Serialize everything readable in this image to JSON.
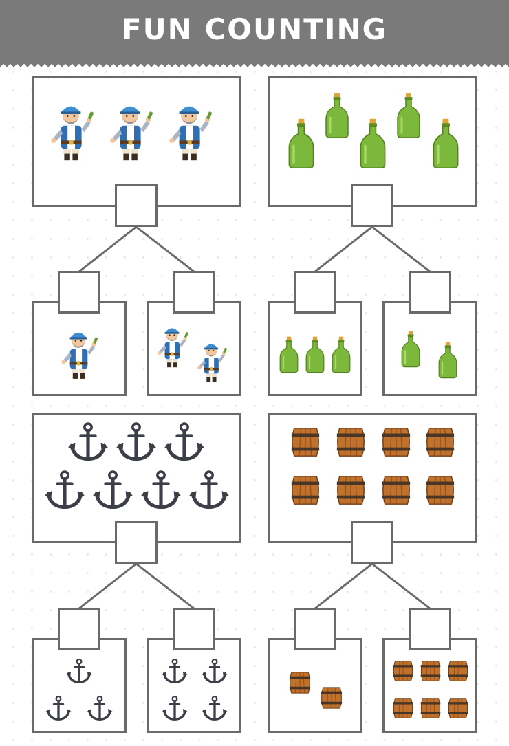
{
  "title": "FUN COUNTING",
  "colors": {
    "banner": "#7a7a7a",
    "border": "#6a6a6a",
    "bottle": "#7cb83b",
    "anchor": "#3c3f47",
    "barrel": "#c0712b",
    "pirate_cap": "#3e8ed4"
  },
  "groups": [
    {
      "object": "pirate",
      "total": 3,
      "left_count": 1,
      "right_count": 2
    },
    {
      "object": "bottle",
      "total": 5,
      "left_count": 3,
      "right_count": 2
    },
    {
      "object": "anchor",
      "total": 7,
      "left_count": 3,
      "right_count": 4
    },
    {
      "object": "barrel",
      "total": 8,
      "left_count": 2,
      "right_count": 6
    }
  ]
}
